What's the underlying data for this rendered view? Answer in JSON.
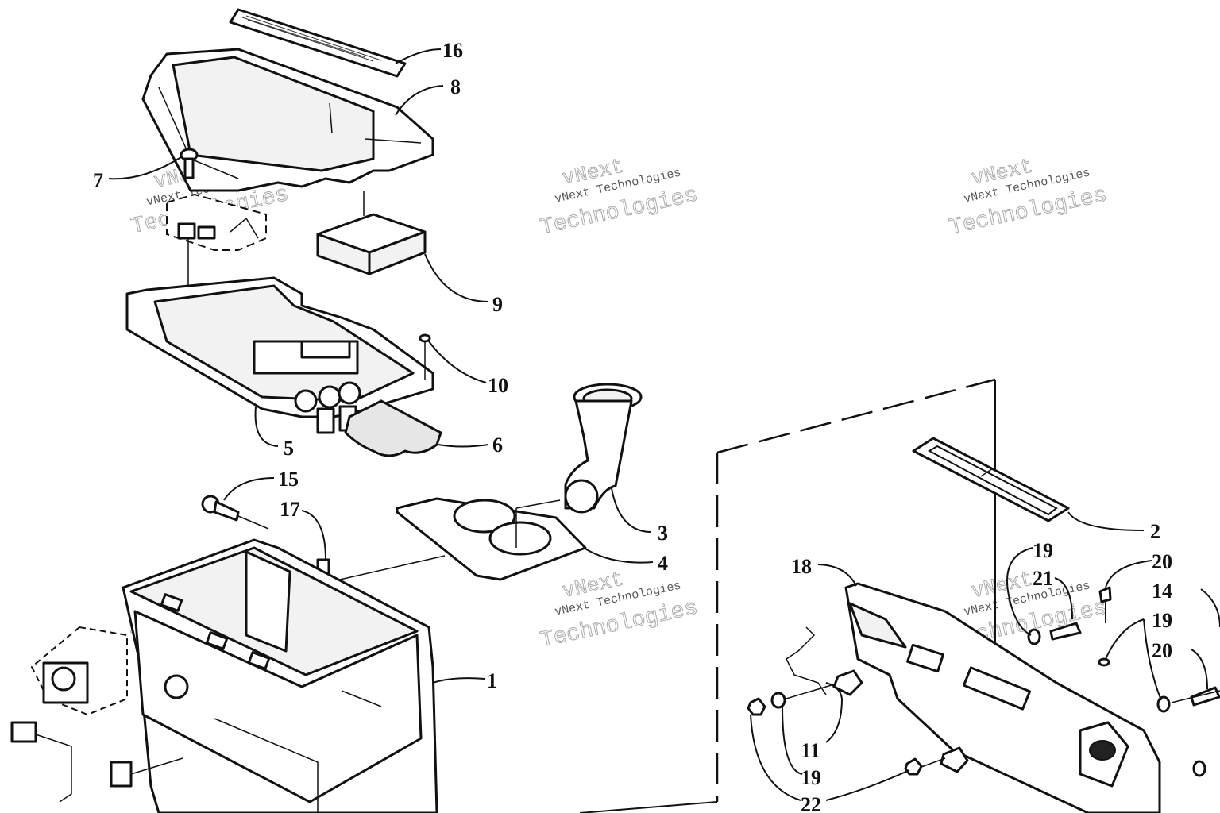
{
  "diagram": {
    "watermark_brand": "vNext",
    "watermark_company": "vNext Technologies",
    "watermark_word": "Technologies",
    "callouts": [
      {
        "id": "c16",
        "label": "16"
      },
      {
        "id": "c8",
        "label": "8"
      },
      {
        "id": "c7",
        "label": "7"
      },
      {
        "id": "c9",
        "label": "9"
      },
      {
        "id": "c10",
        "label": "10"
      },
      {
        "id": "c5",
        "label": "5"
      },
      {
        "id": "c6",
        "label": "6"
      },
      {
        "id": "c15",
        "label": "15"
      },
      {
        "id": "c17",
        "label": "17"
      },
      {
        "id": "c3",
        "label": "3"
      },
      {
        "id": "c4",
        "label": "4"
      },
      {
        "id": "c1",
        "label": "1"
      },
      {
        "id": "c2",
        "label": "2"
      },
      {
        "id": "c19a",
        "label": "19"
      },
      {
        "id": "c21",
        "label": "21"
      },
      {
        "id": "c20a",
        "label": "20"
      },
      {
        "id": "c18",
        "label": "18"
      },
      {
        "id": "c14",
        "label": "14"
      },
      {
        "id": "c19b",
        "label": "19"
      },
      {
        "id": "c20b",
        "label": "20"
      },
      {
        "id": "c11",
        "label": "11"
      },
      {
        "id": "c19c",
        "label": "19"
      },
      {
        "id": "c22",
        "label": "22"
      }
    ]
  }
}
